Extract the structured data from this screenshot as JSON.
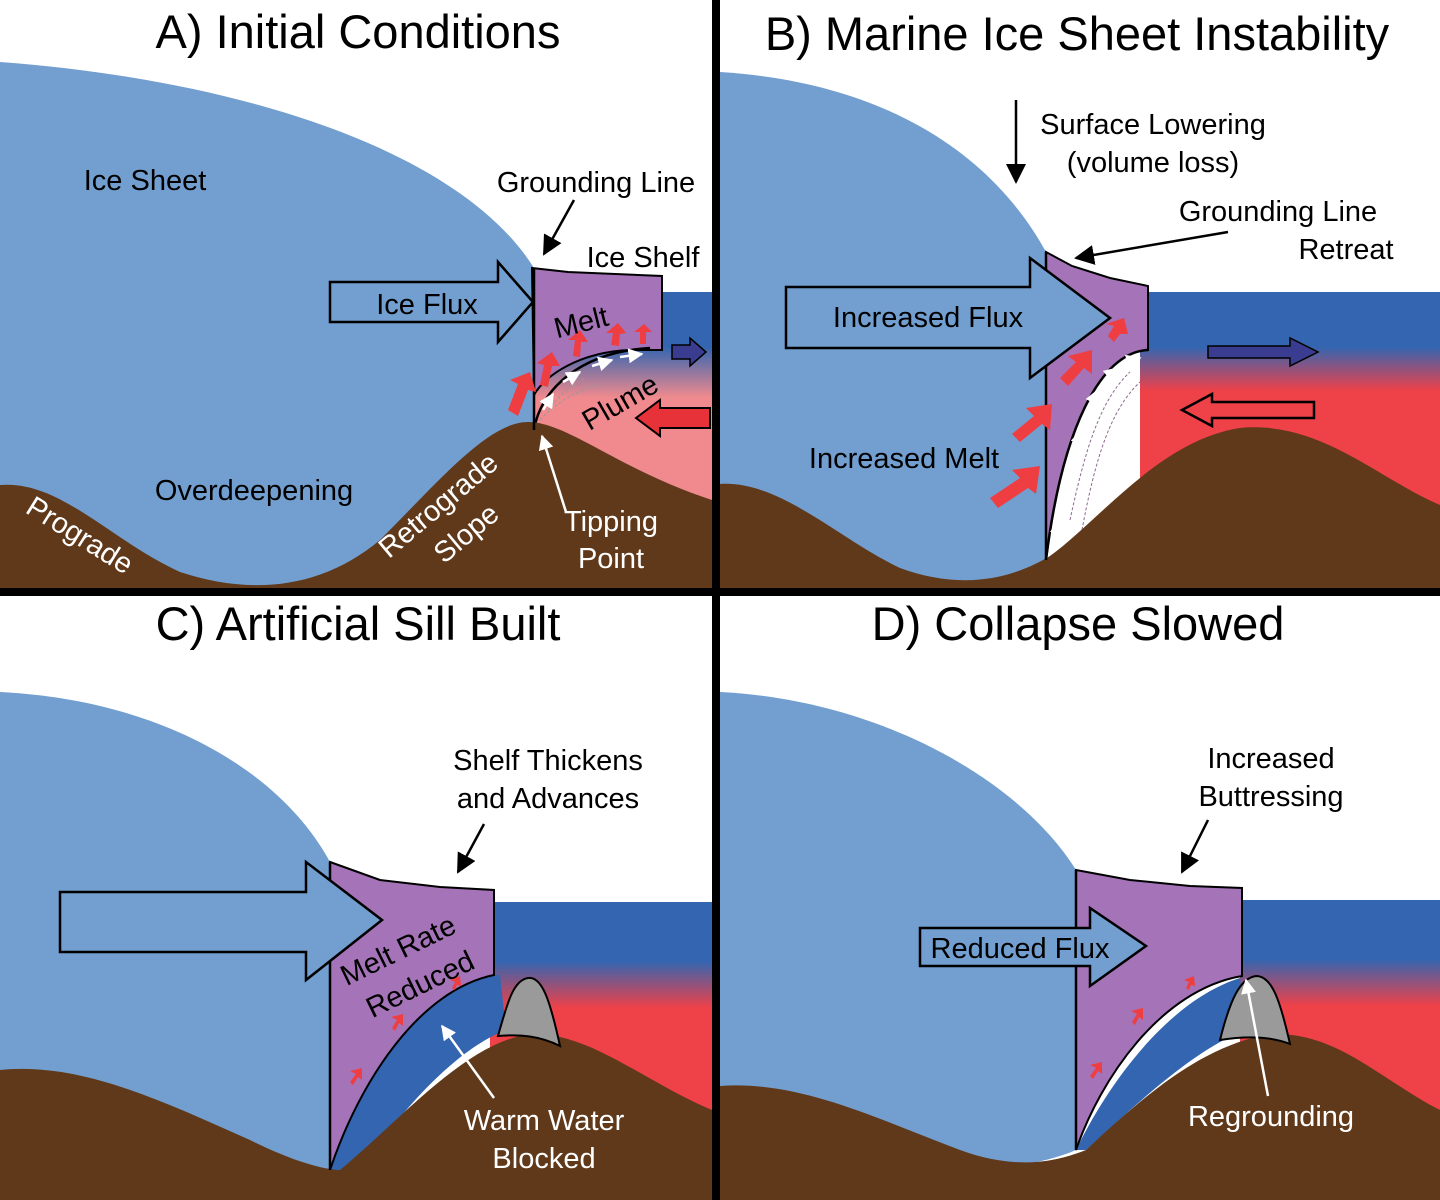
{
  "panels": {
    "a": {
      "title": "A) Initial Conditions",
      "ice_sheet": "Ice Sheet",
      "grounding_line": "Grounding Line",
      "ice_shelf": "Ice Shelf",
      "ice_flux": "Ice Flux",
      "melt": "Melt",
      "plume": "Plume",
      "overdeepening": "Overdeepening",
      "prograde": "Prograde",
      "retrograde_1": "Retrograde",
      "retrograde_2": "Slope",
      "tipping_1": "Tipping",
      "tipping_2": "Point"
    },
    "b": {
      "title": "B) Marine Ice Sheet Instability",
      "surface_1": "Surface Lowering",
      "surface_2": "(volume loss)",
      "gl_retreat_1": "Grounding Line",
      "gl_retreat_2": "Retreat",
      "increased_flux": "Increased Flux",
      "increased_melt": "Increased Melt"
    },
    "c": {
      "title": "C) Artificial Sill Built",
      "shelf_1": "Shelf Thickens",
      "shelf_2": "and Advances",
      "melt_rate_1": "Melt Rate",
      "melt_rate_2": "Reduced",
      "warm_1": "Warm Water",
      "warm_2": "Blocked"
    },
    "d": {
      "title": "D) Collapse Slowed",
      "buttress_1": "Increased",
      "buttress_2": "Buttressing",
      "reduced_flux": "Reduced Flux",
      "regrounding": "Regrounding"
    }
  },
  "colors": {
    "ice": "#729fcf",
    "shelf": "#a573b8",
    "ocean_cold": "#3465b0",
    "ocean_warm": "#ef4148",
    "ocean_warm_light": "#f0787c",
    "bed": "#60391a",
    "sill": "#9a9a9a",
    "melt_arrow": "#ef3e42",
    "warm_arrow": "#e8323a",
    "cold_arrow": "#3a3d8f"
  }
}
